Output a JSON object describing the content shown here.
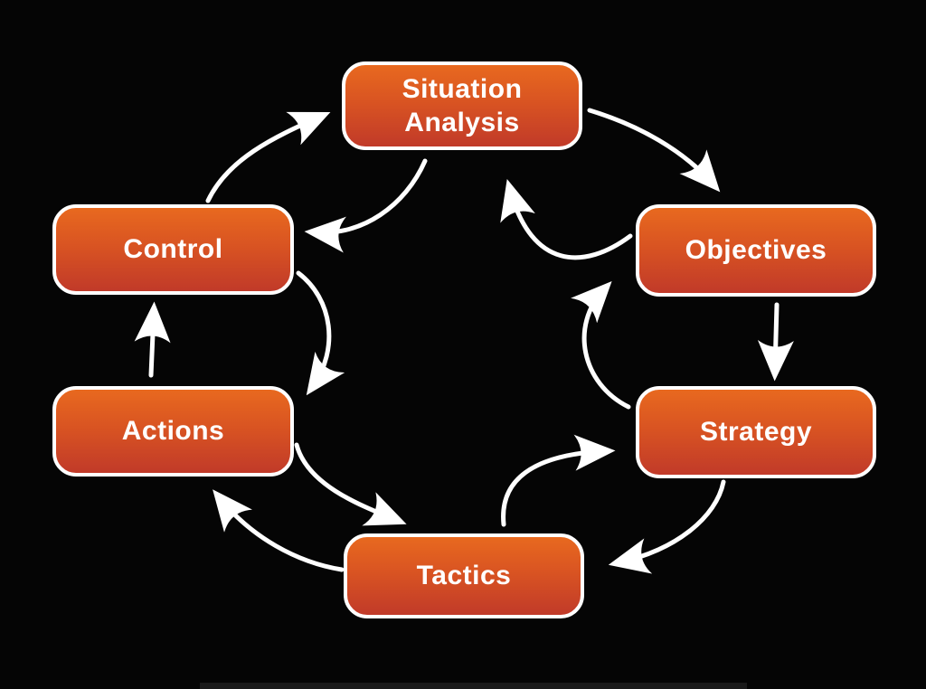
{
  "diagram": {
    "background_color": "#050505",
    "node_style": {
      "gradient_top": "#E8691F",
      "gradient_bottom": "#C13A29",
      "border_color": "#ffffff",
      "text_color": "#ffffff"
    },
    "arrow_color": "#ffffff",
    "nodes": [
      {
        "id": "situation-analysis",
        "label": "Situation\nAnalysis"
      },
      {
        "id": "objectives",
        "label": "Objectives"
      },
      {
        "id": "strategy",
        "label": "Strategy"
      },
      {
        "id": "tactics",
        "label": "Tactics"
      },
      {
        "id": "actions",
        "label": "Actions"
      },
      {
        "id": "control",
        "label": "Control"
      }
    ],
    "arrows": [
      {
        "from": "situation-analysis",
        "to": "objectives",
        "ring": "outer"
      },
      {
        "from": "objectives",
        "to": "strategy",
        "ring": "outer"
      },
      {
        "from": "strategy",
        "to": "tactics",
        "ring": "outer"
      },
      {
        "from": "tactics",
        "to": "actions",
        "ring": "outer"
      },
      {
        "from": "actions",
        "to": "control",
        "ring": "outer"
      },
      {
        "from": "control",
        "to": "situation-analysis",
        "ring": "outer"
      },
      {
        "from": "objectives",
        "to": "situation-analysis",
        "ring": "inner"
      },
      {
        "from": "strategy",
        "to": "objectives",
        "ring": "inner"
      },
      {
        "from": "tactics",
        "to": "strategy",
        "ring": "inner"
      },
      {
        "from": "situation-analysis",
        "to": "control",
        "ring": "inner"
      },
      {
        "from": "control",
        "to": "actions",
        "ring": "inner"
      },
      {
        "from": "actions",
        "to": "tactics",
        "ring": "inner"
      }
    ]
  }
}
